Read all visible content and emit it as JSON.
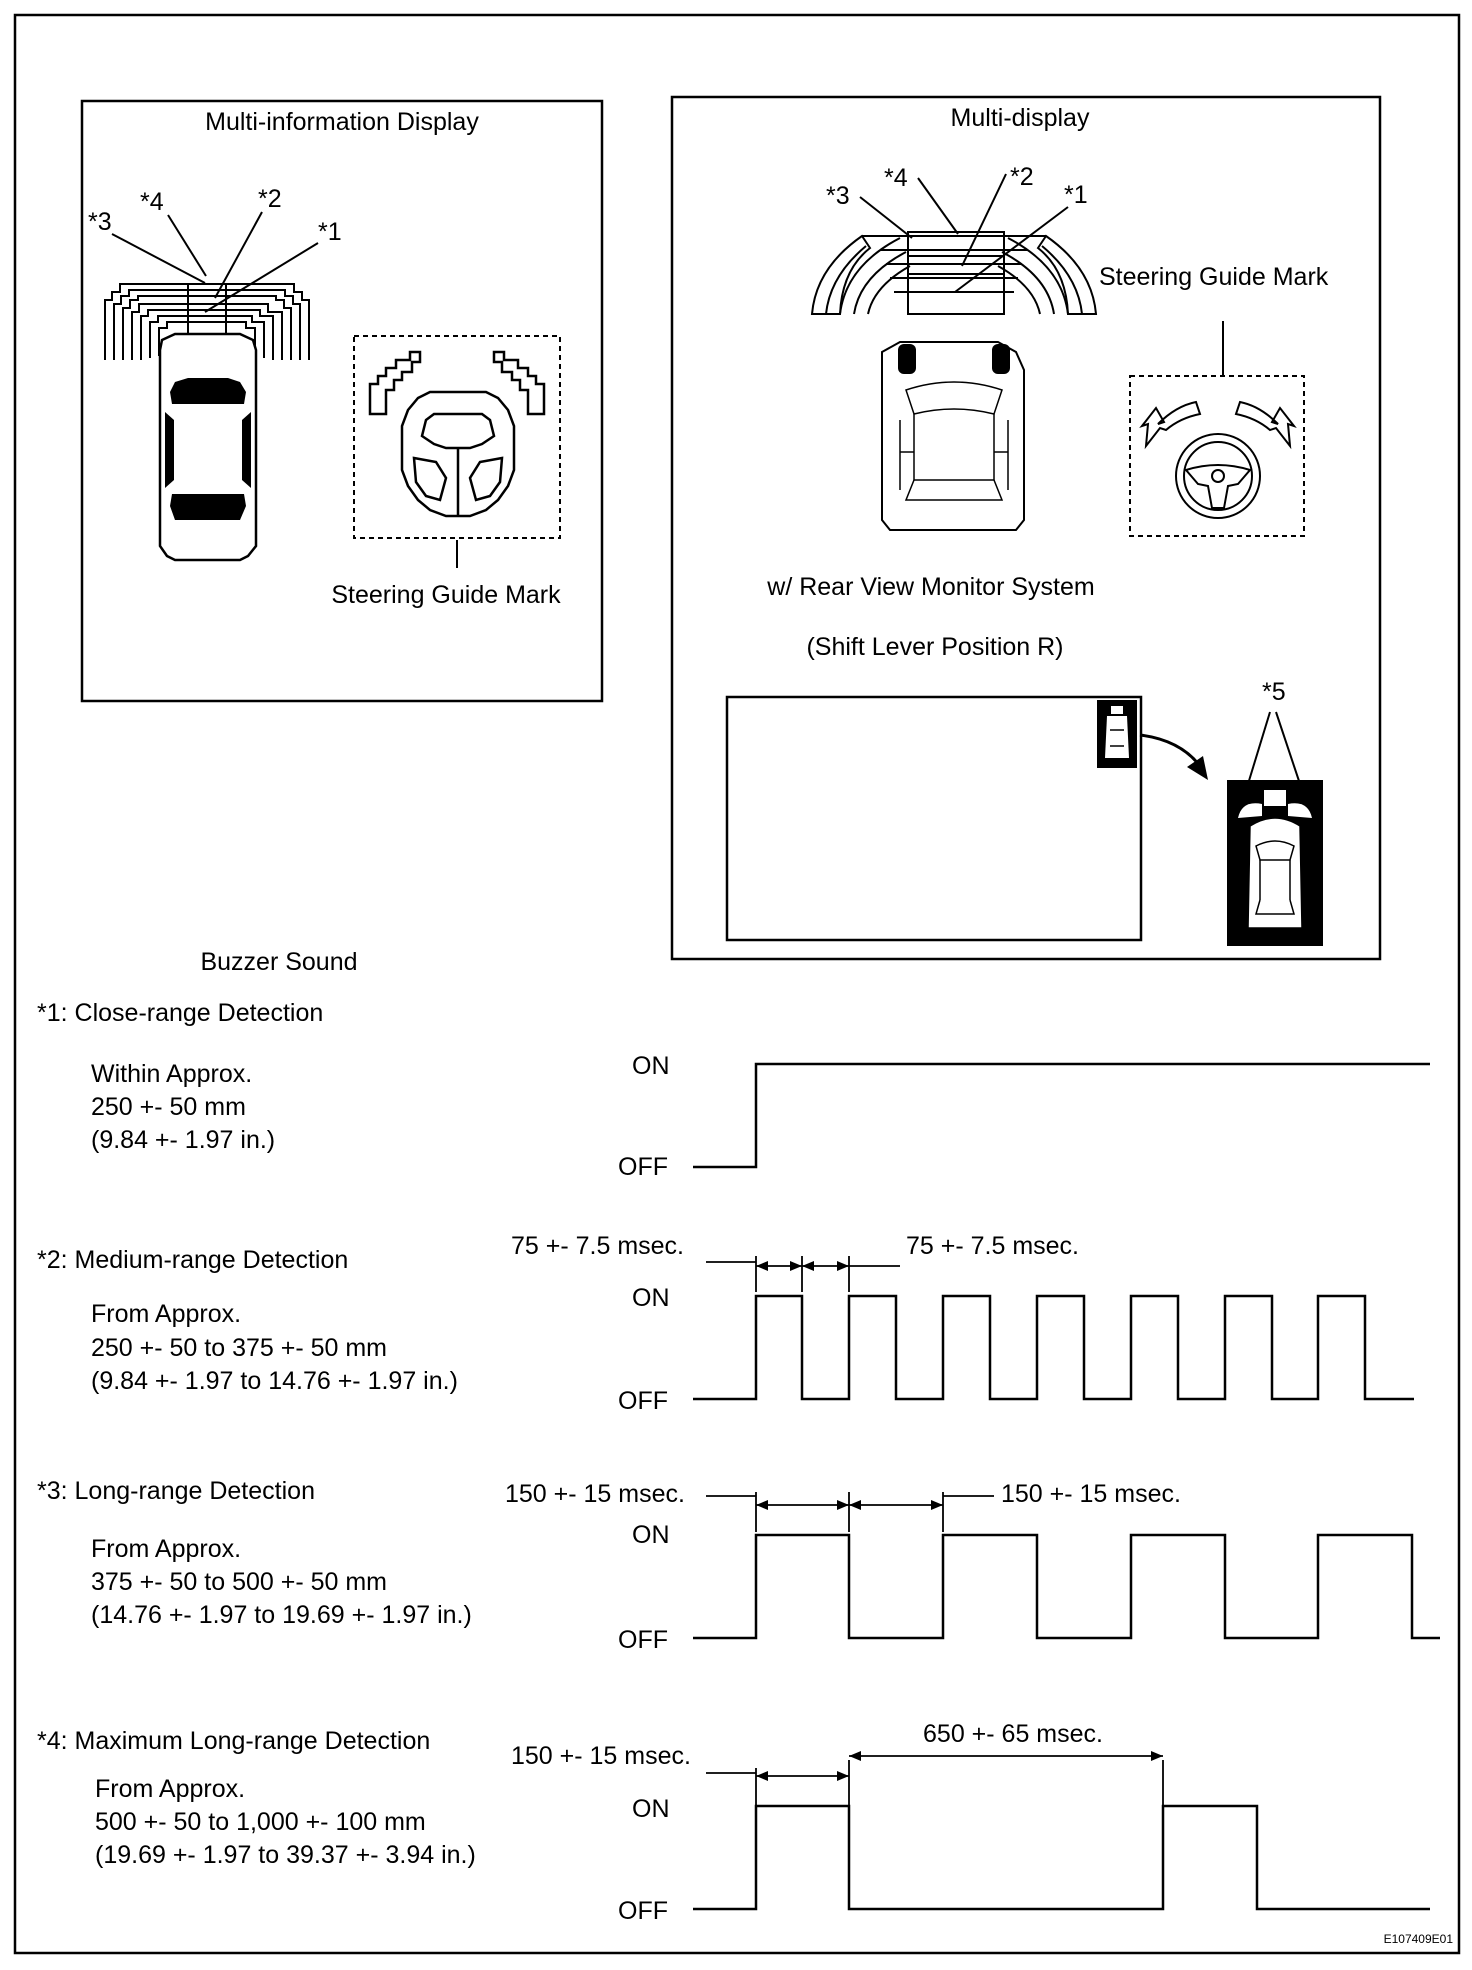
{
  "mid": {
    "title": "Multi-information Display",
    "callouts": [
      "*1",
      "*2",
      "*3",
      "*4"
    ],
    "guide_label": "Steering Guide Mark"
  },
  "md": {
    "title": "Multi-display",
    "callouts": [
      "*1",
      "*2",
      "*3",
      "*4"
    ],
    "guide_label": "Steering Guide Mark",
    "rear_view_label": "w/ Rear View Monitor System",
    "shift_label": "(Shift Lever Position R)",
    "callout5": "*5"
  },
  "buzzer": {
    "title": "Buzzer Sound",
    "on": "ON",
    "off": "OFF",
    "rows": [
      {
        "name": "*1: Close-range Detection",
        "range": [
          "Within Approx.",
          "250 +- 50 mm",
          "(9.84 +- 1.97 in.)"
        ],
        "pattern": "continuous"
      },
      {
        "name": "*2: Medium-range Detection",
        "range": [
          "From Approx.",
          "250 +- 50 to 375 +- 50 mm",
          "(9.84 +- 1.97 to 14.76 +- 1.97 in.)"
        ],
        "on_time": "75 +- 7.5 msec.",
        "off_time": "75 +- 7.5 msec."
      },
      {
        "name": "*3: Long-range Detection",
        "range": [
          "From Approx.",
          "375 +- 50 to 500 +- 50 mm",
          "(14.76 +- 1.97 to 19.69 +- 1.97 in.)"
        ],
        "on_time": "150 +- 15 msec.",
        "off_time": "150 +- 15 msec."
      },
      {
        "name": "*4: Maximum Long-range Detection",
        "range": [
          "From Approx.",
          "500 +- 50 to 1,000 +- 100 mm",
          "(19.69 +- 1.97 to 39.37 +- 3.94 in.)"
        ],
        "on_time": "150 +- 15 msec.",
        "off_time": "650 +- 65 msec."
      }
    ]
  },
  "figure_id": "E107409E01"
}
